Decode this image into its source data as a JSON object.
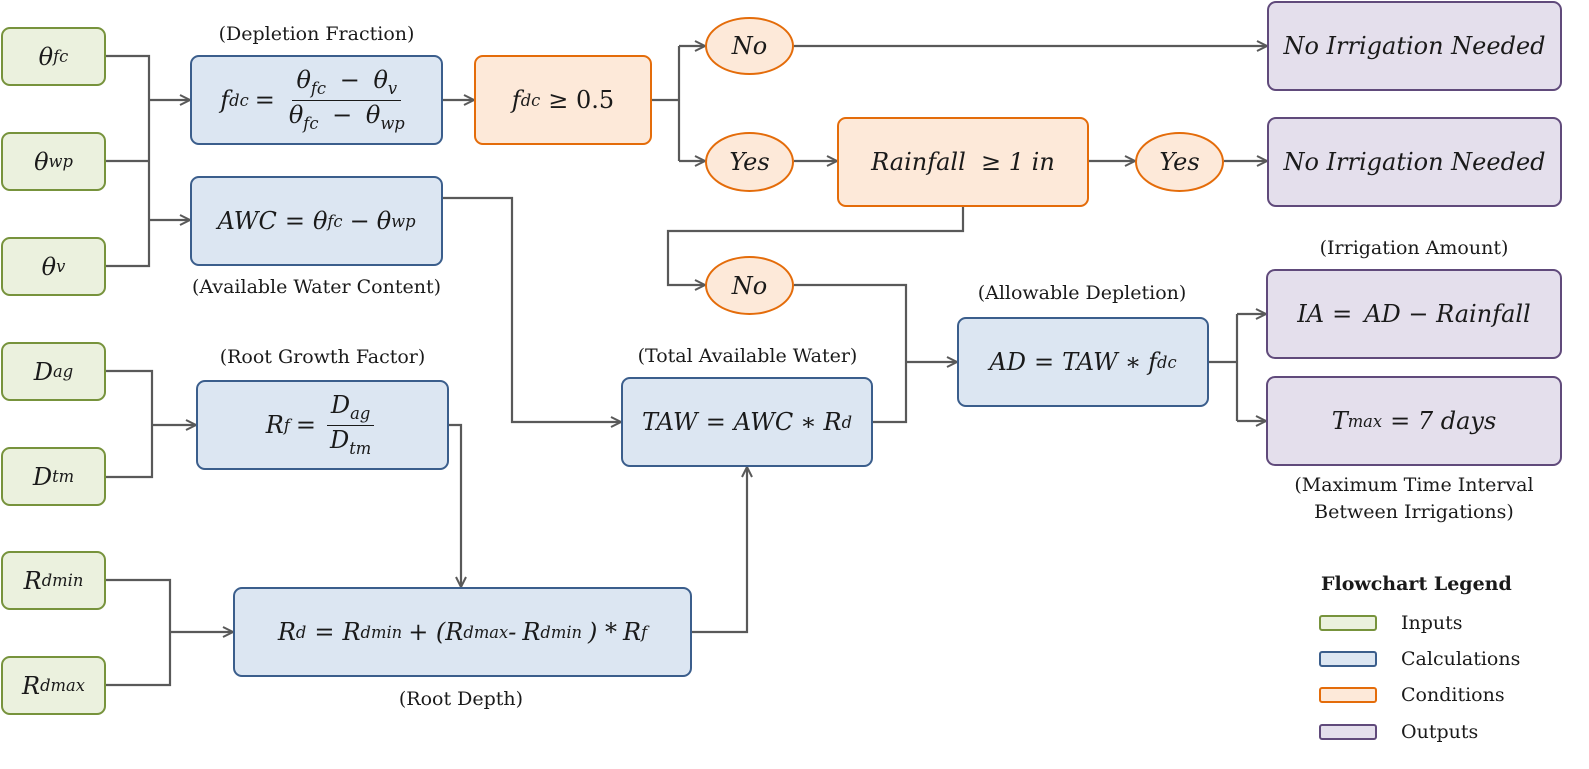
{
  "inputs": {
    "theta_fc": {
      "sym": "θ",
      "sub": "fc"
    },
    "theta_wp": {
      "sym": "θ",
      "sub": "wp"
    },
    "theta_v": {
      "sym": "θ",
      "sub": "v"
    },
    "d_ag": {
      "sym": "D",
      "sub": "ag"
    },
    "d_tm": {
      "sym": "D",
      "sub": "tm"
    },
    "r_dmin": {
      "sym": "R",
      "sub": "dmin"
    },
    "r_dmax": {
      "sym": "R",
      "sub": "dmax"
    }
  },
  "captions": {
    "depletion_fraction": "(Depletion Fraction)",
    "available_water_content": "(Available Water Content)",
    "root_growth_factor": "(Root Growth Factor)",
    "total_available_water": "(Total Available Water)",
    "root_depth": "(Root Depth)",
    "allowable_depletion": "(Allowable Depletion)",
    "irrigation_amount": "(Irrigation Amount)",
    "max_interval_line1": "(Maximum Time Interval",
    "max_interval_line2": "Between Irrigations)"
  },
  "calculations": {
    "fdc": {
      "lhs": "f",
      "lhs_sub": "dc",
      "eq": "=",
      "num": "θ",
      "num_sub1": "fc",
      "num_op": "−",
      "num_sym2": "θ",
      "num_sub2": "v",
      "den": "θ",
      "den_sub1": "fc",
      "den_op": "−",
      "den_sym2": "θ",
      "den_sub2": "wp"
    },
    "awc": {
      "lhs": "AWC",
      "eq": "=",
      "t1": "θ",
      "t1_sub": "fc",
      "op": "−",
      "t2": "θ",
      "t2_sub": "wp"
    },
    "rf": {
      "lhs": "R",
      "lhs_sub": "f",
      "eq": "=",
      "num": "D",
      "num_sub": "ag",
      "den": "D",
      "den_sub": "tm"
    },
    "taw": {
      "lhs": "TAW",
      "eq": "=",
      "t1": "AWC",
      "op": "∗",
      "t2": "R",
      "t2_sub": "d"
    },
    "rd": {
      "lhs": "R",
      "lhs_sub": "d",
      "eq": "=",
      "a": "R",
      "a_sub": "dmin",
      "plus": "+ (",
      "b": "R",
      "b_sub": "dmax",
      "minus": "- ",
      "c": "R",
      "c_sub": "dmin",
      "close": ") *",
      "d": "R",
      "d_sub": "f"
    },
    "ad": {
      "lhs": "AD",
      "eq": "=",
      "t1": "TAW",
      "op": "∗",
      "t2": "f",
      "t2_sub": "dc"
    }
  },
  "conditions": {
    "fdc_check": {
      "sym": "f",
      "sub": "dc",
      "rest": "≥ 0.5"
    },
    "rainfall_check": {
      "text": "Rainfall  ≥ 1 in"
    }
  },
  "decisions": {
    "no_1": "No",
    "yes_1": "Yes",
    "yes_2": "Yes",
    "no_2": "No"
  },
  "outputs": {
    "no_irrigation_1": "No Irrigation Needed",
    "no_irrigation_2": "No Irrigation Needed",
    "ia": {
      "lhs": "IA",
      "eq": "=",
      "rhs": "AD − Rainfall"
    },
    "tmax": {
      "sym": "T",
      "sub": "max",
      "rest": "= 7 days"
    }
  },
  "legend": {
    "title": "Flowchart Legend",
    "items": [
      {
        "label": "Inputs",
        "kind": "input"
      },
      {
        "label": "Calculations",
        "kind": "calc"
      },
      {
        "label": "Conditions",
        "kind": "cond"
      },
      {
        "label": "Outputs",
        "kind": "out"
      }
    ]
  },
  "colors": {
    "input_fill": "#ebf1de",
    "input_border": "#77933c",
    "calc_fill": "#dce6f2",
    "calc_border": "#3b5e8c",
    "cond_fill": "#fde9d9",
    "cond_border": "#e46c0a",
    "out_fill": "#e4dfec",
    "out_border": "#604a7b",
    "connector": "#595959"
  }
}
